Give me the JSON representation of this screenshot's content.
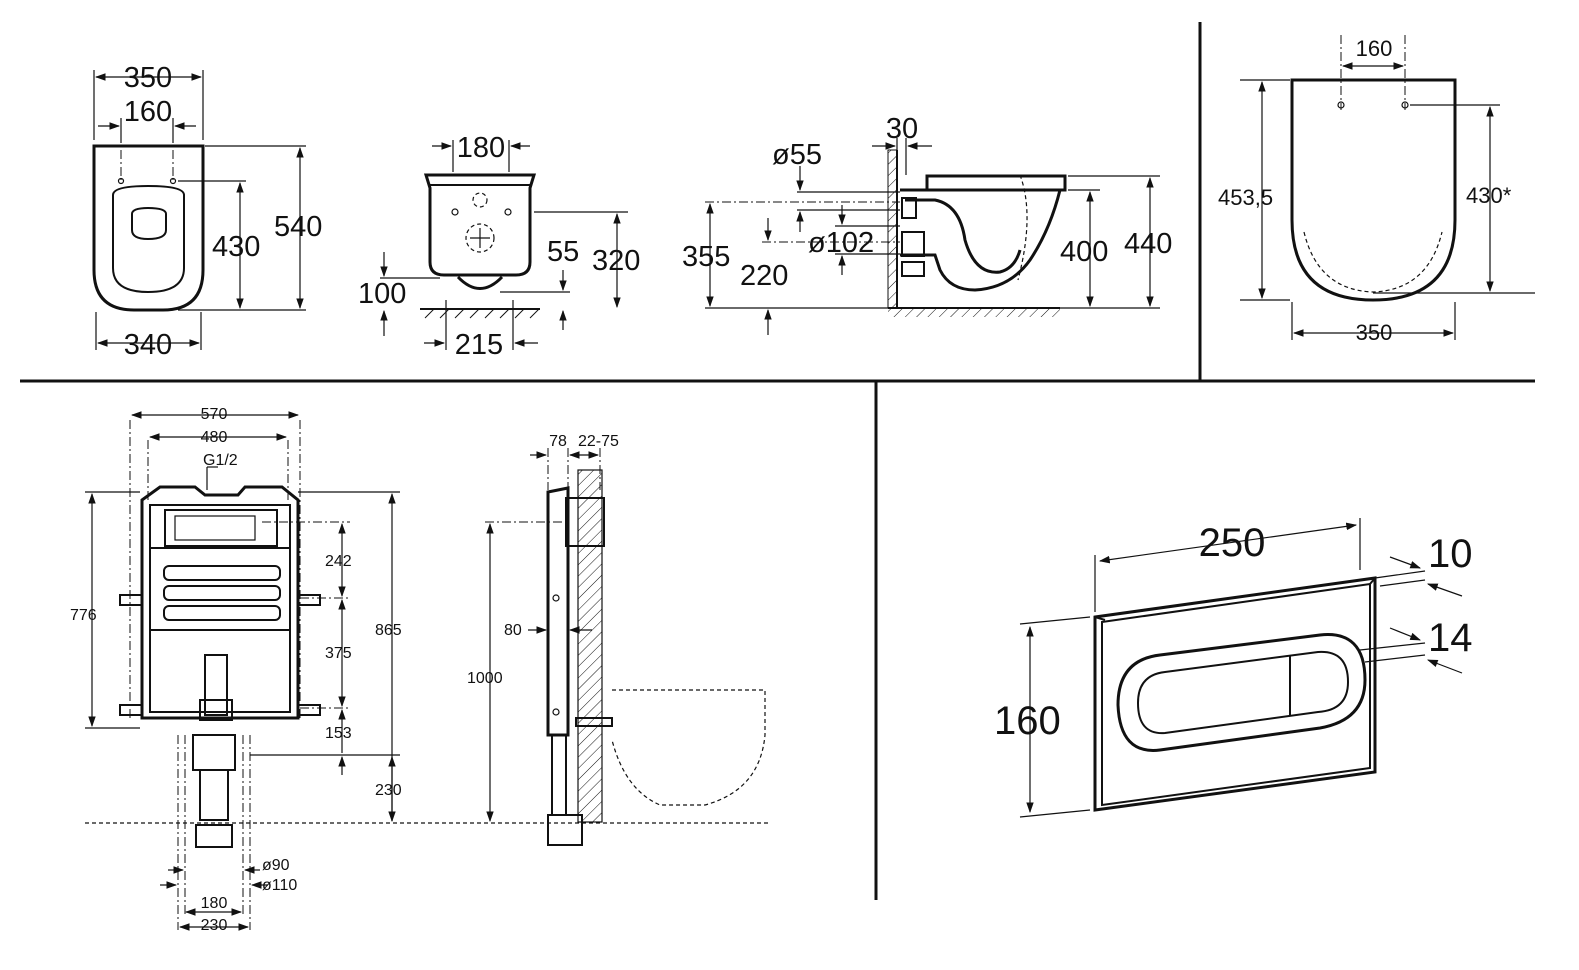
{
  "wall_toilet_front": {
    "d_350": "350",
    "d_160": "160",
    "d_430": "430",
    "d_540": "540",
    "d_340": "340"
  },
  "wall_toilet_back": {
    "d_180": "180",
    "d_55": "55",
    "d_320": "320",
    "d_100": "100",
    "d_215": "215"
  },
  "wall_toilet_side": {
    "d_30": "30",
    "d_o55": "ø55",
    "d_355": "355",
    "d_220": "220",
    "d_o102": "ø102",
    "d_400": "400",
    "d_440": "440"
  },
  "seat_top": {
    "d_160": "160",
    "d_453": "453,5",
    "d_430": "430*",
    "d_350": "350"
  },
  "frame_front": {
    "d_570": "570",
    "d_480": "480",
    "d_g12": "G1/2",
    "d_776": "776",
    "d_865": "865",
    "d_242": "242",
    "d_375": "375",
    "d_153": "153",
    "d_230v": "230",
    "d_o90": "ø90",
    "d_o110": "ø110",
    "d_180": "180",
    "d_230h": "230"
  },
  "frame_side": {
    "d_78": "78",
    "d_2275": "22-75",
    "d_80": "80",
    "d_1000": "1000"
  },
  "flush_plate": {
    "d_250": "250",
    "d_10": "10",
    "d_14": "14",
    "d_160": "160"
  }
}
